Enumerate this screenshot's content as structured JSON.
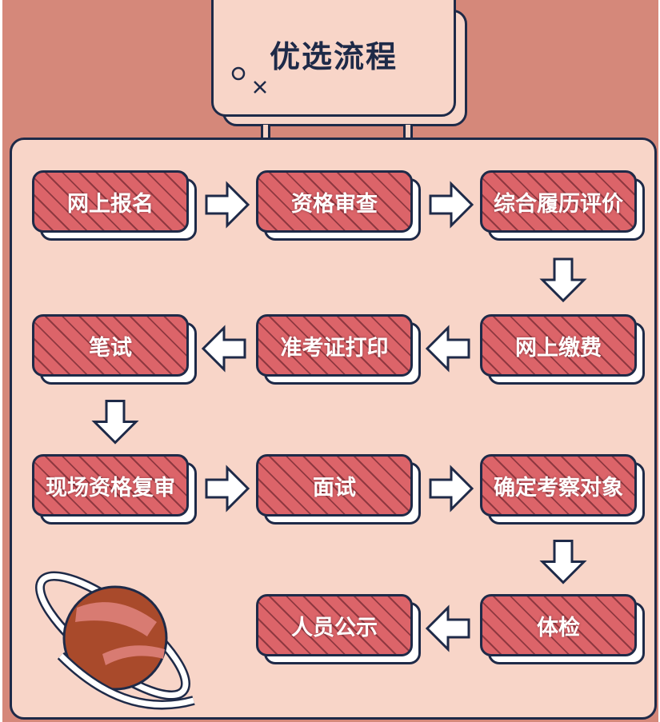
{
  "title": "优选流程",
  "colors": {
    "background": "#D5887A",
    "panel": "#F8D5C8",
    "ink": "#1E2A48",
    "node": "#DC6469",
    "planet": "#A94A2B",
    "planet_band": "#D87B72"
  },
  "steps": [
    {
      "id": "step-1",
      "label": "网上报名"
    },
    {
      "id": "step-2",
      "label": "资格审查"
    },
    {
      "id": "step-3",
      "label": "综合履历评价"
    },
    {
      "id": "step-4",
      "label": "网上缴费"
    },
    {
      "id": "step-5",
      "label": "准考证打印"
    },
    {
      "id": "step-6",
      "label": "笔试"
    },
    {
      "id": "step-7",
      "label": "现场资格复审"
    },
    {
      "id": "step-8",
      "label": "面试"
    },
    {
      "id": "step-9",
      "label": "确定考察对象"
    },
    {
      "id": "step-10",
      "label": "体检"
    },
    {
      "id": "step-11",
      "label": "人员公示"
    }
  ],
  "flow": [
    {
      "from": "step-1",
      "to": "step-2"
    },
    {
      "from": "step-2",
      "to": "step-3"
    },
    {
      "from": "step-3",
      "to": "step-4"
    },
    {
      "from": "step-4",
      "to": "step-5"
    },
    {
      "from": "step-5",
      "to": "step-6"
    },
    {
      "from": "step-6",
      "to": "step-7"
    },
    {
      "from": "step-7",
      "to": "step-8"
    },
    {
      "from": "step-8",
      "to": "step-9"
    },
    {
      "from": "step-9",
      "to": "step-10"
    },
    {
      "from": "step-10",
      "to": "step-11"
    }
  ],
  "decor": {
    "title_marks": [
      "circle-icon",
      "cross-icon"
    ],
    "illustration": "planet-icon"
  }
}
